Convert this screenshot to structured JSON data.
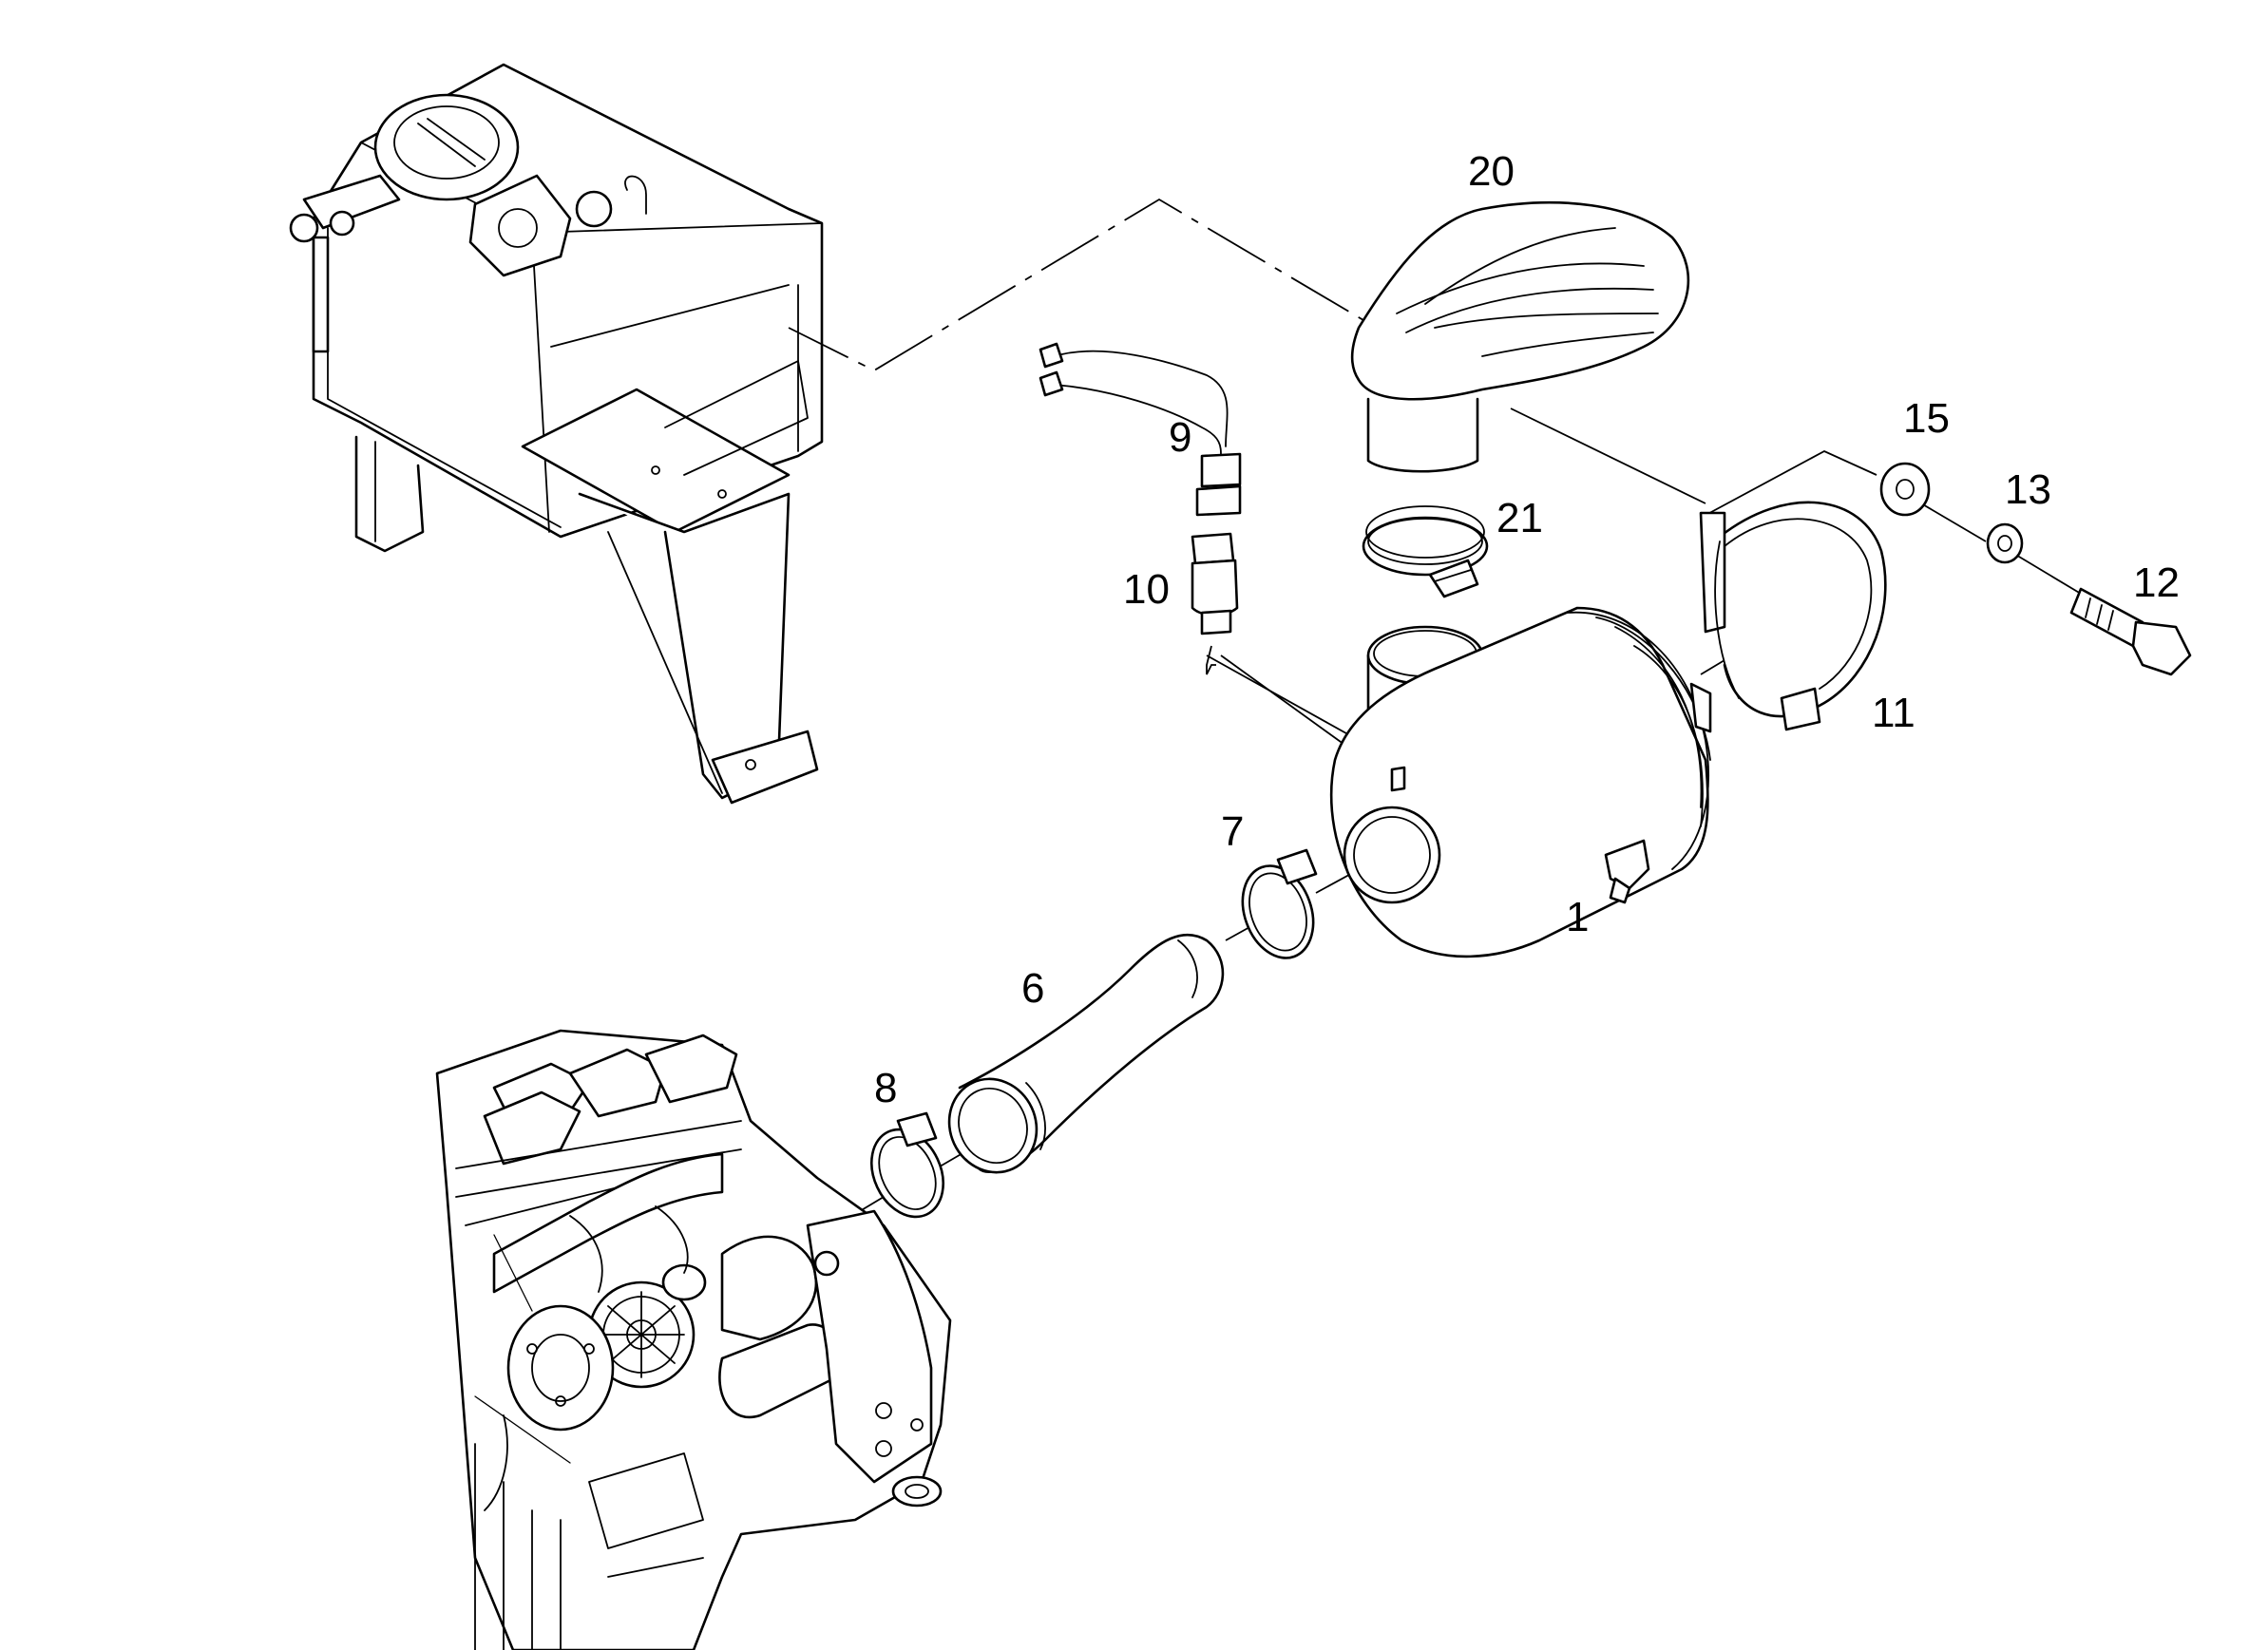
{
  "diagram": {
    "type": "exploded parts illustration",
    "callouts": {
      "p1": "1",
      "p6": "6",
      "p7": "7",
      "p8": "8",
      "p9": "9",
      "p10": "10",
      "p11": "11",
      "p12": "12",
      "p13": "13",
      "p15": "15",
      "p20": "20",
      "p21": "21"
    },
    "line_color": "#000000",
    "background_color": "#ffffff"
  }
}
